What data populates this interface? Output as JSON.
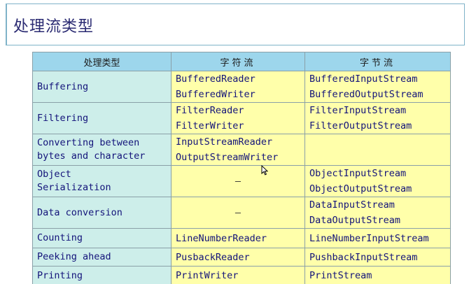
{
  "title": "处理流类型",
  "headers": [
    "处理类型",
    "字符流",
    "字节流"
  ],
  "rows": [
    {
      "type": [
        "Buffering"
      ],
      "char": [
        "BufferedReader",
        "BufferedWriter"
      ],
      "byte": [
        "BufferedInputStream",
        "BufferedOutputStream"
      ]
    },
    {
      "type": [
        "Filtering"
      ],
      "char": [
        "FilterReader",
        "FilterWriter"
      ],
      "byte": [
        "FilterInputStream",
        "FilterOutputStream"
      ]
    },
    {
      "type": [
        "Converting between",
        "bytes and character"
      ],
      "char": [
        "InputStreamReader",
        "OutputStreamWriter"
      ],
      "byte": []
    },
    {
      "type": [
        "Object",
        "Serialization"
      ],
      "char": [
        "—"
      ],
      "byte": [
        "ObjectInputStream",
        "ObjectOutputStream"
      ]
    },
    {
      "type": [
        "Data conversion"
      ],
      "char": [
        "—"
      ],
      "byte": [
        "DataInputStream",
        "DataOutputStream"
      ]
    },
    {
      "type": [
        "Counting"
      ],
      "char": [
        "LineNumberReader"
      ],
      "byte": [
        "LineNumberInputStream"
      ]
    },
    {
      "type": [
        "Peeking ahead"
      ],
      "char": [
        "PusbackReader"
      ],
      "byte": [
        "PushbackInputStream"
      ]
    },
    {
      "type": [
        "Printing"
      ],
      "char": [
        "PrintWriter"
      ],
      "byte": [
        "PrintStream"
      ]
    }
  ]
}
